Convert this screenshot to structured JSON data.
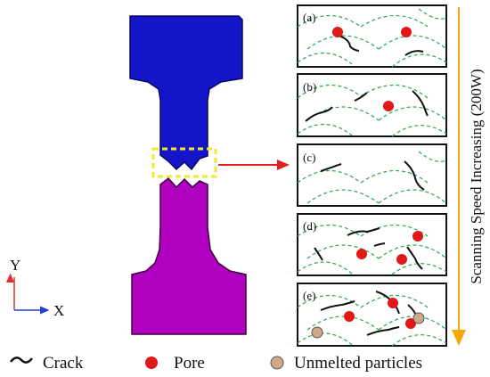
{
  "panels": [
    {
      "label": "(a)"
    },
    {
      "label": "(b)"
    },
    {
      "label": "(c)"
    },
    {
      "label": "(d)"
    },
    {
      "label": "(e)"
    }
  ],
  "side_label": "Scanning Speed Increasing (200W)",
  "axes": {
    "y": "Y",
    "x": "X"
  },
  "legend": {
    "crack": "Crack",
    "pore": "Pore",
    "unmelted": "Unmelted particles"
  },
  "colors": {
    "specimen_top": "#1414c8",
    "specimen_bottom": "#b000c0",
    "melt_pool": "#2aa84a",
    "pore": "#e01818",
    "unmelted": "#d0a888",
    "arrow_red": "#e02020",
    "arrow_orange": "#f5a800",
    "highlight": "#f0ea30"
  },
  "icons": [
    "crack-icon",
    "pore-icon",
    "unmelted-particle-icon",
    "axis-arrow-icon"
  ]
}
